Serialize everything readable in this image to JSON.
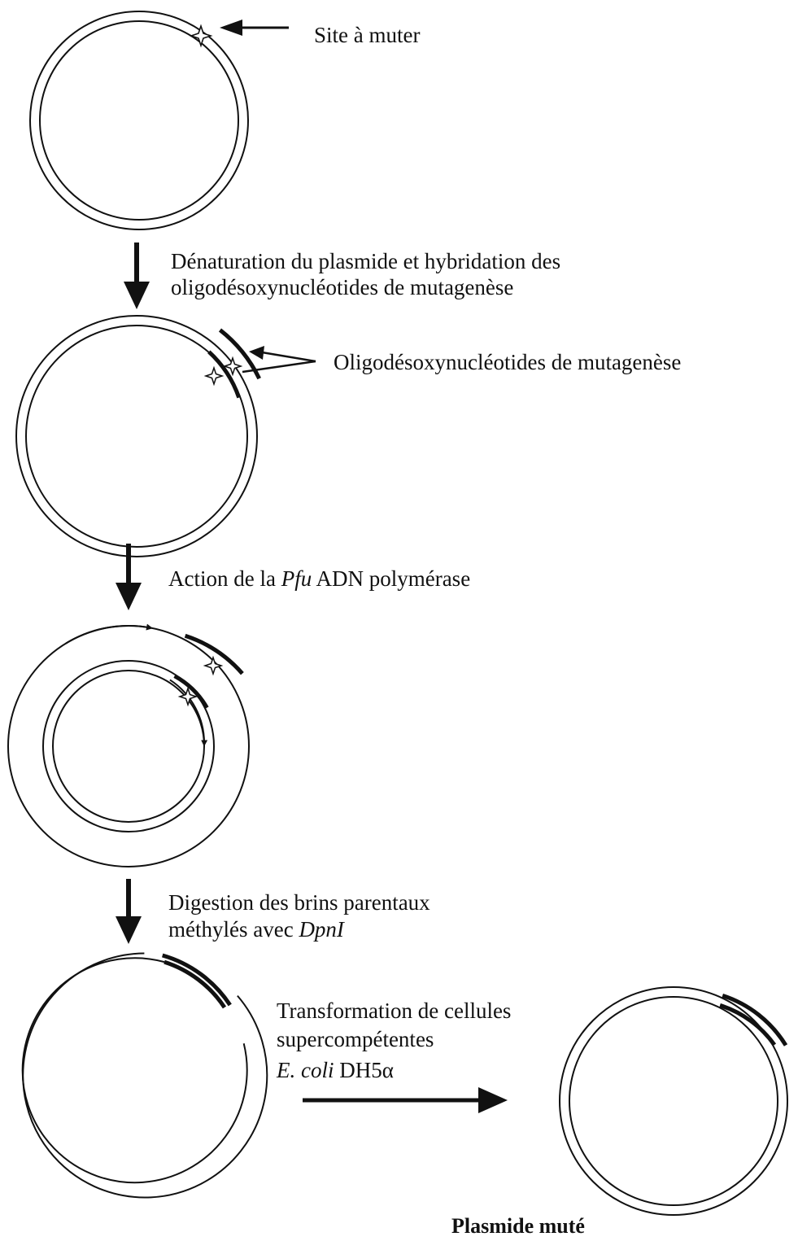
{
  "labels": {
    "site": "Site à muter",
    "step1_line1": "Dénaturation du plasmide et hybridation des",
    "step1_line2": "oligodésoxynucléotides de mutagenèse",
    "oligos": "Oligodésoxynucléotides de mutagenèse",
    "step2_pre": "Action de la ",
    "step2_italic": "Pfu",
    "step2_post": " ADN polymérase",
    "step3_line1": "Digestion des brins parentaux",
    "step3_pre": "méthylés avec ",
    "step3_italic": "DpnI",
    "step4_line1": "Transformation de cellules",
    "step4_line2": "supercompétentes",
    "step4_italic": "E. coli",
    "step4_post": " DH5α",
    "result": "Plasmide muté"
  },
  "colors": {
    "ink": "#111111",
    "background": "#ffffff"
  }
}
